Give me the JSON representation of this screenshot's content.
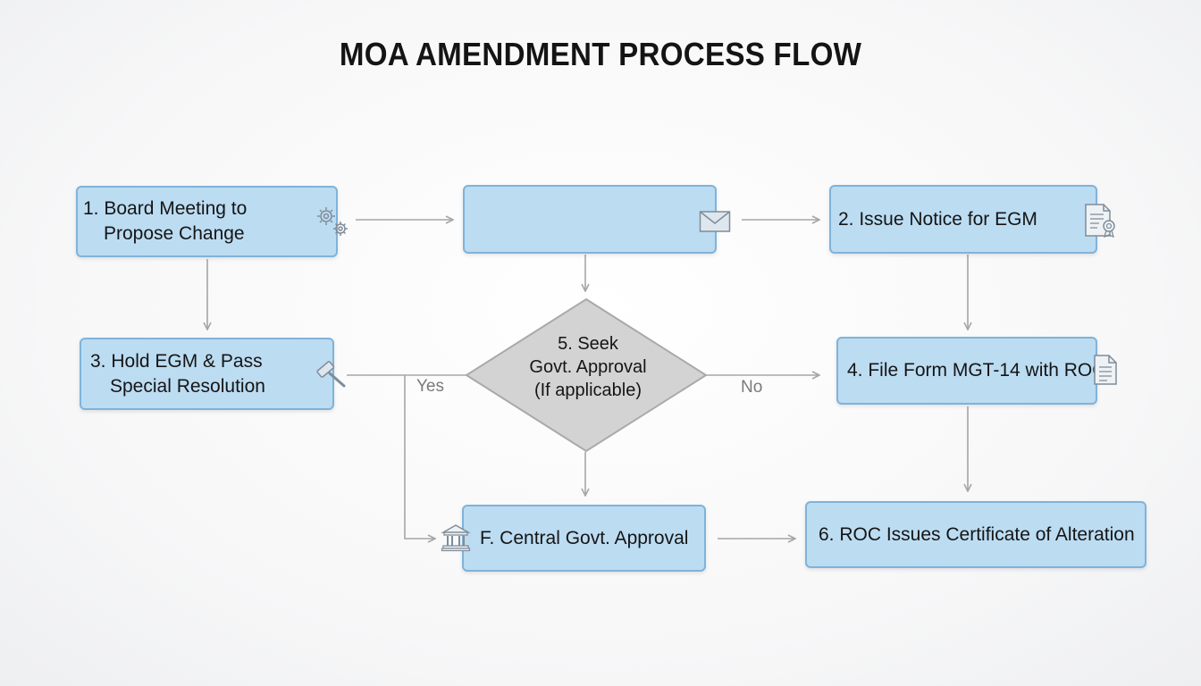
{
  "title": "MOA AMENDMENT PROCESS FLOW",
  "nodes": {
    "board_meeting": {
      "line1": "1. Board Meeting to",
      "line2": "Propose Change"
    },
    "blank_step": {
      "line1": ""
    },
    "issue_notice": {
      "line1": "2. Issue Notice for EGM"
    },
    "hold_egm": {
      "line1": "3. Hold EGM & Pass",
      "line2": "Special Resolution"
    },
    "govt_decision": {
      "line1": "5. Seek",
      "line2": "Govt. Approval",
      "line3": "(If applicable)"
    },
    "file_form": {
      "line1": "4. File Form MGT-14 with ROC"
    },
    "central_approval": {
      "line1": "F. Central Govt. Approval"
    },
    "certificate": {
      "line1": "6. ROC Issues Certificate of Alteration"
    }
  },
  "edge_labels": {
    "yes": "Yes",
    "no": "No"
  },
  "icons": {
    "board_meeting": "gears-icon",
    "blank_step": "envelope-icon",
    "issue_notice": "certificate-document-icon",
    "hold_egm": "gavel-icon",
    "file_form": "document-icon",
    "central_approval": "government-building-icon"
  },
  "colors": {
    "node_fill": "#bcdcf2",
    "node_border": "#7fb3da",
    "decision_fill": "#d3d3d3",
    "decision_border": "#a9a9a9",
    "connector": "#a6a6a6"
  }
}
